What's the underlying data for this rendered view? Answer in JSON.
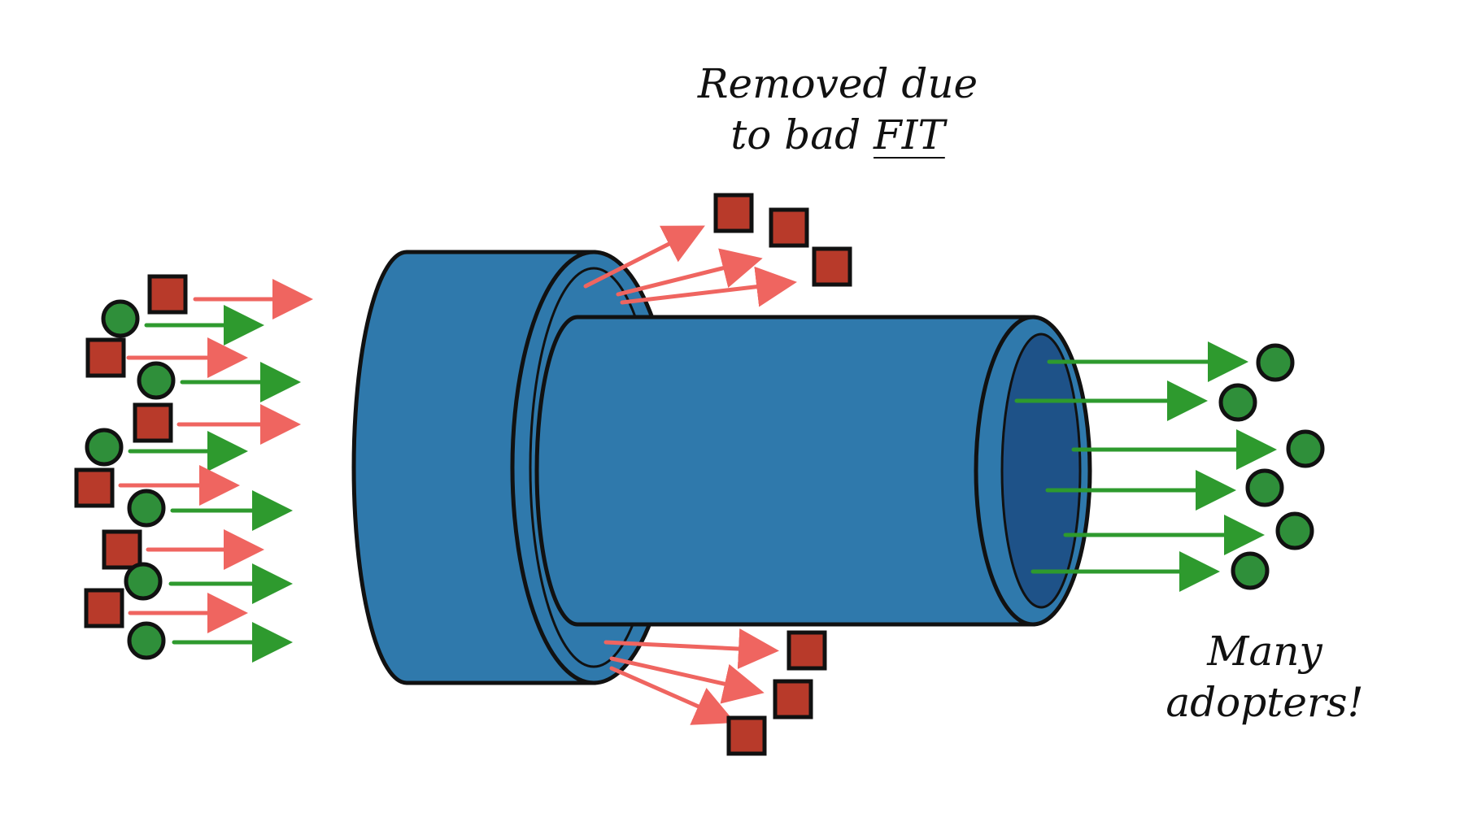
{
  "labels": {
    "removed_line1": "Removed due",
    "removed_line2_prefix": "to bad ",
    "removed_line2_emph": "FIT",
    "adopters_line1": "Many",
    "adopters_line2": "adopters!"
  },
  "colors": {
    "pipe_fill": "#2f79ac",
    "pipe_inner": "#1e5288",
    "outline": "#111111",
    "square": "#b83a2a",
    "circle": "#2f8f3a",
    "arrow_red": "#ef6560",
    "arrow_green": "#2e9a2e"
  },
  "icons": {
    "square_item": "red-square-icon",
    "circle_item": "green-circle-icon",
    "arrow": "arrow-right-icon"
  }
}
